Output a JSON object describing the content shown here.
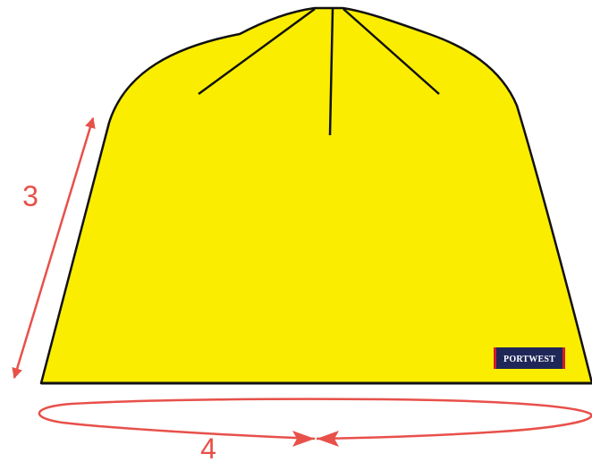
{
  "measurements": {
    "height_label": "3",
    "circumference_label": "4"
  },
  "brand": {
    "name": "PORTWEST"
  },
  "colors": {
    "hat_fill": "#FAED00",
    "outline": "#111111",
    "measure_line": "#E8504A",
    "label_bg": "#1F2758",
    "label_text": "#FFFFFF",
    "label_accent": "#D21A2D"
  }
}
